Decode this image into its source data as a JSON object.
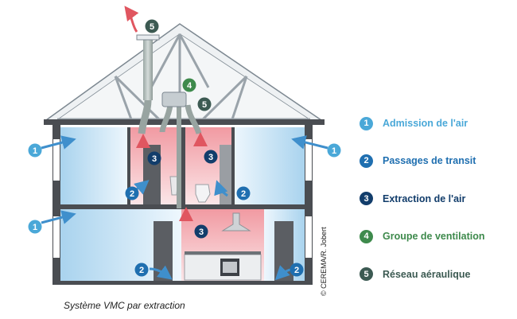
{
  "legend": [
    {
      "number": "1",
      "label": "Admission de l'air",
      "color": "#4aa8d8"
    },
    {
      "number": "2",
      "label": "Passages de transit",
      "color": "#1f6fb0"
    },
    {
      "number": "3",
      "label": "Extraction de l'air",
      "color": "#123d6b"
    },
    {
      "number": "4",
      "label": "Groupe de ventilation",
      "color": "#3e8a4c"
    },
    {
      "number": "5",
      "label": "Réseau aéraulique",
      "color": "#3c5a52"
    }
  ],
  "markers": {
    "admission": "1",
    "transit": "2",
    "extraction": "3",
    "fan": "4",
    "duct": "5"
  },
  "caption": "Système VMC par extraction",
  "credit": "© CEREMA/R. Jobert",
  "colors": {
    "wall": "#4a4d52",
    "fresh_air": "#cfe5f5",
    "stale_air": "#f5c6ca",
    "roof_frame": "#9aa3aa"
  }
}
